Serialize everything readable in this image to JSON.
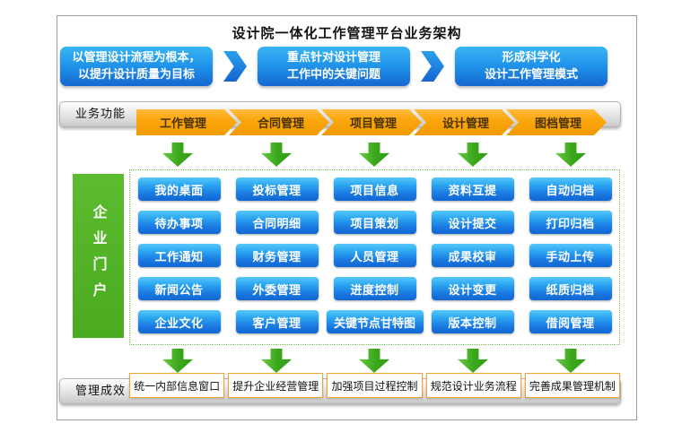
{
  "header": {
    "title": "设计院一体化工作管理平台业务架构"
  },
  "goals": [
    {
      "line1": "以管理设计流程为根本，",
      "line2": "以提升设计质量为目标"
    },
    {
      "line1": "重点针对设计管理",
      "line2": "工作中的关键问题"
    },
    {
      "line1": "形成科学化",
      "line2": "设计工作管理模式"
    }
  ],
  "functions": {
    "label": "业务功能",
    "nav": [
      "工作管理",
      "合同管理",
      "项目管理",
      "设计管理",
      "图档管理"
    ]
  },
  "portal": {
    "label": "企业门户"
  },
  "modules": [
    [
      "我的桌面",
      "待办事项",
      "工作通知",
      "新闻公告",
      "企业文化"
    ],
    [
      "投标管理",
      "合同明细",
      "财务管理",
      "外委管理",
      "客户管理"
    ],
    [
      "项目信息",
      "项目策划",
      "人员管理",
      "进度控制",
      "关键节点甘特图"
    ],
    [
      "资料互提",
      "设计提交",
      "成果校审",
      "设计变更",
      "版本控制"
    ],
    [
      "自动归档",
      "打印归档",
      "手动上传",
      "纸质归档",
      "借阅管理"
    ]
  ],
  "results": {
    "label": "管理成效",
    "items": [
      "统一内部信息窗口",
      "提升企业经营管理",
      "加强项目过程控制",
      "规范设计业务流程",
      "完善成果管理机制"
    ]
  },
  "colors": {
    "goal_blue_top": "#3ab5f3",
    "goal_blue_bottom": "#1568d2",
    "button_blue_top": "#55c8fa",
    "button_blue_bottom": "#1166d1",
    "nav_orange": "#f7a400",
    "green_arrow": "#3aa61b",
    "portal_green": "#4fb026",
    "result_border": "#f0a32f",
    "bar_gray": "#c9c9c9"
  }
}
